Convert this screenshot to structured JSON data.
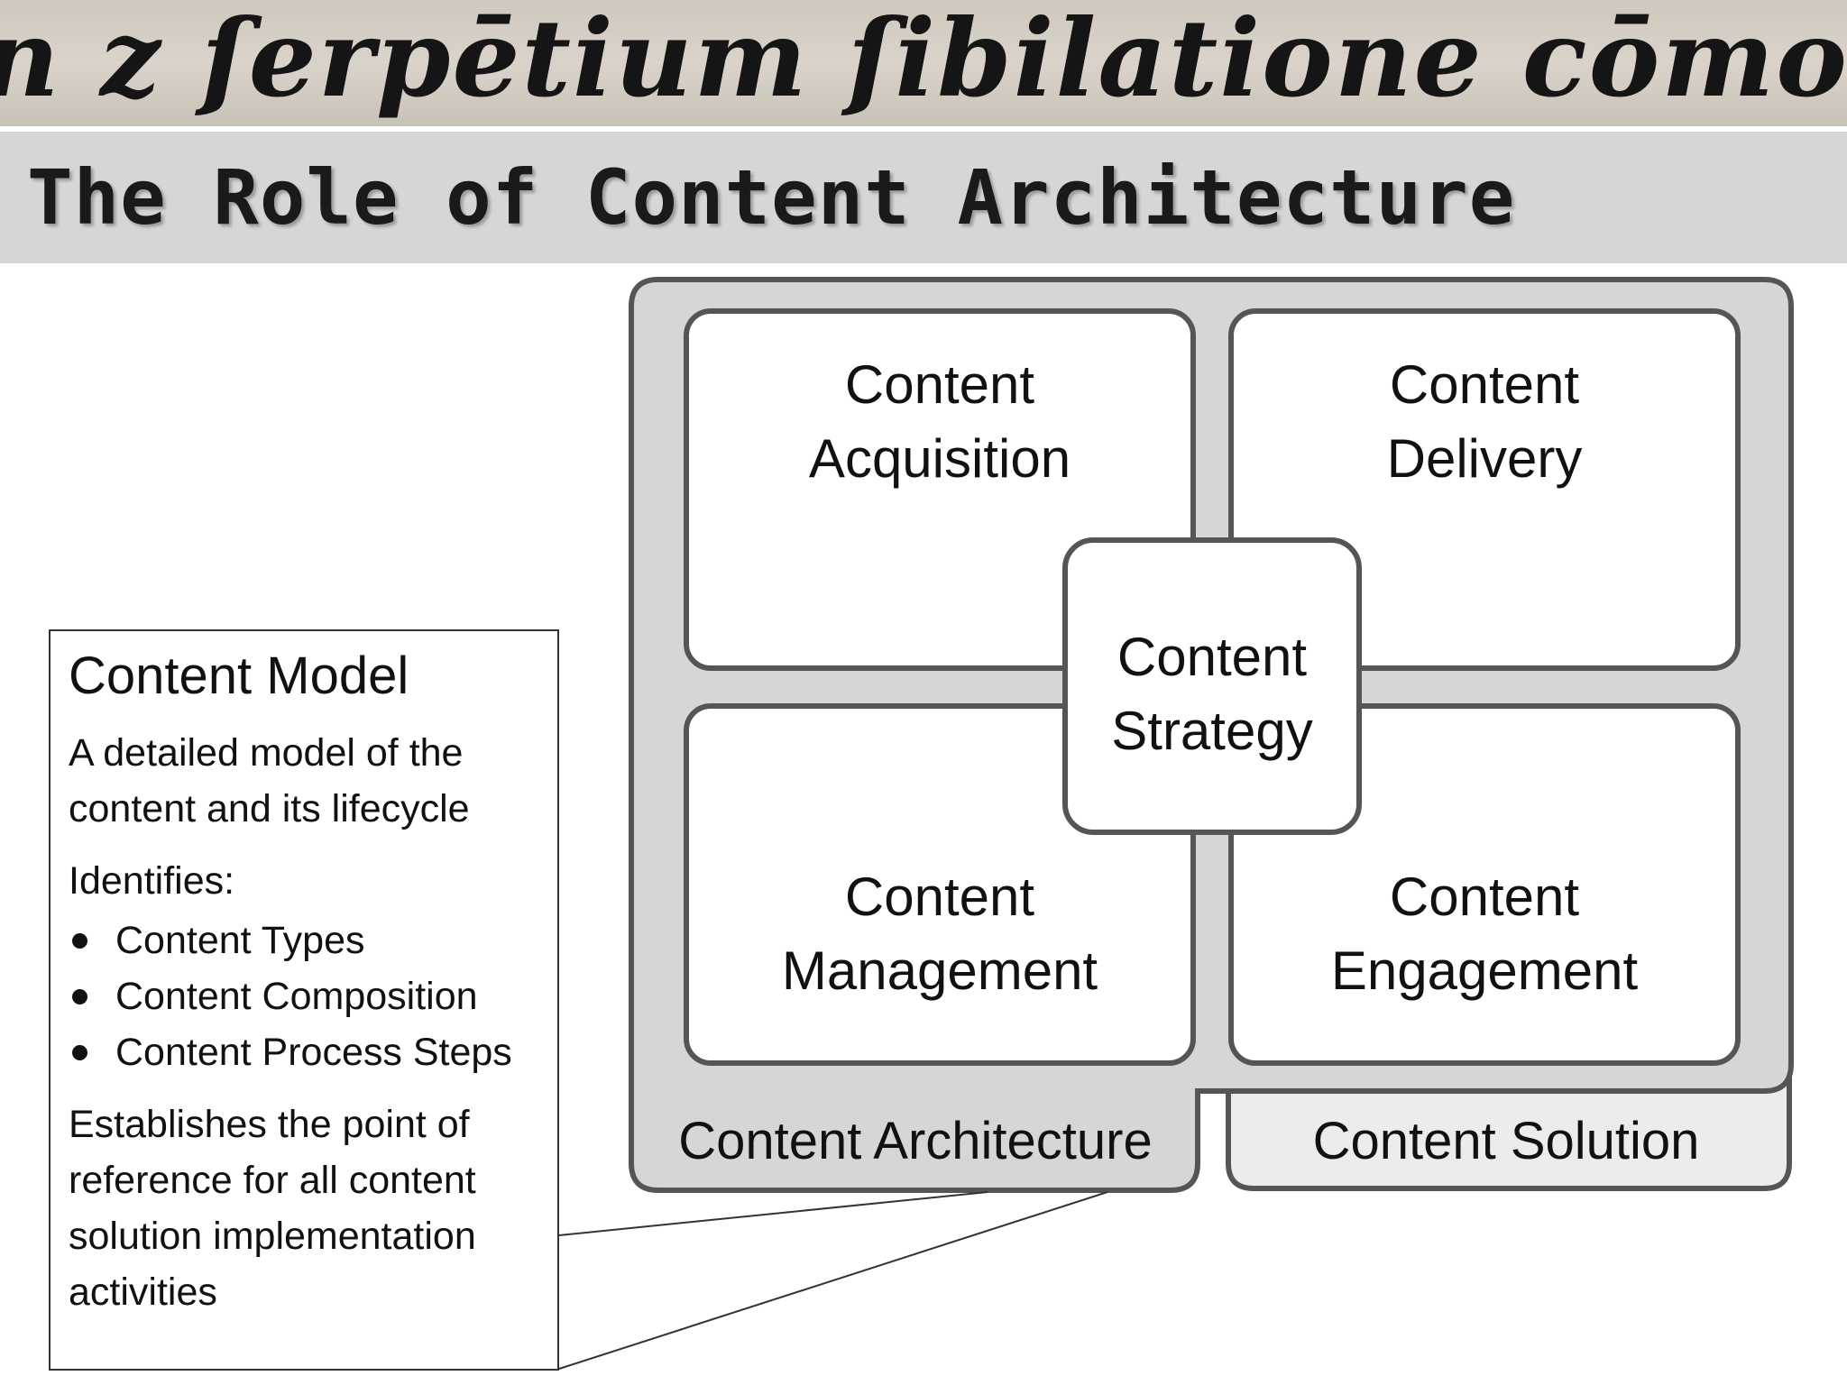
{
  "banner": {
    "text": "n z ſerpētium ſibilatione cōmonī·"
  },
  "title": "The Role of Content Architecture",
  "diagram": {
    "acquisition": {
      "line1": "Content",
      "line2": "Acquisition"
    },
    "delivery": {
      "line1": "Content",
      "line2": "Delivery"
    },
    "strategy": {
      "line1": "Content",
      "line2": "Strategy"
    },
    "management": {
      "line1": "Content",
      "line2": "Management"
    },
    "engagement": {
      "line1": "Content",
      "line2": "Engagement"
    },
    "architecture_label": "Content Architecture",
    "solution_label": "Content Solution"
  },
  "callout": {
    "title": "Content Model",
    "description": "A detailed model of the content and its lifecycle",
    "identifies_label": "Identifies:",
    "items": [
      "Content Types",
      "Content Composition",
      "Content Process Steps"
    ],
    "closing": "Establishes the point of reference for all content solution implementation activities"
  },
  "colors": {
    "architecture_fill": "#d6d5d8",
    "solution_fill": "#ececee",
    "border": "#555555",
    "title_band": "#d6d6d6"
  }
}
